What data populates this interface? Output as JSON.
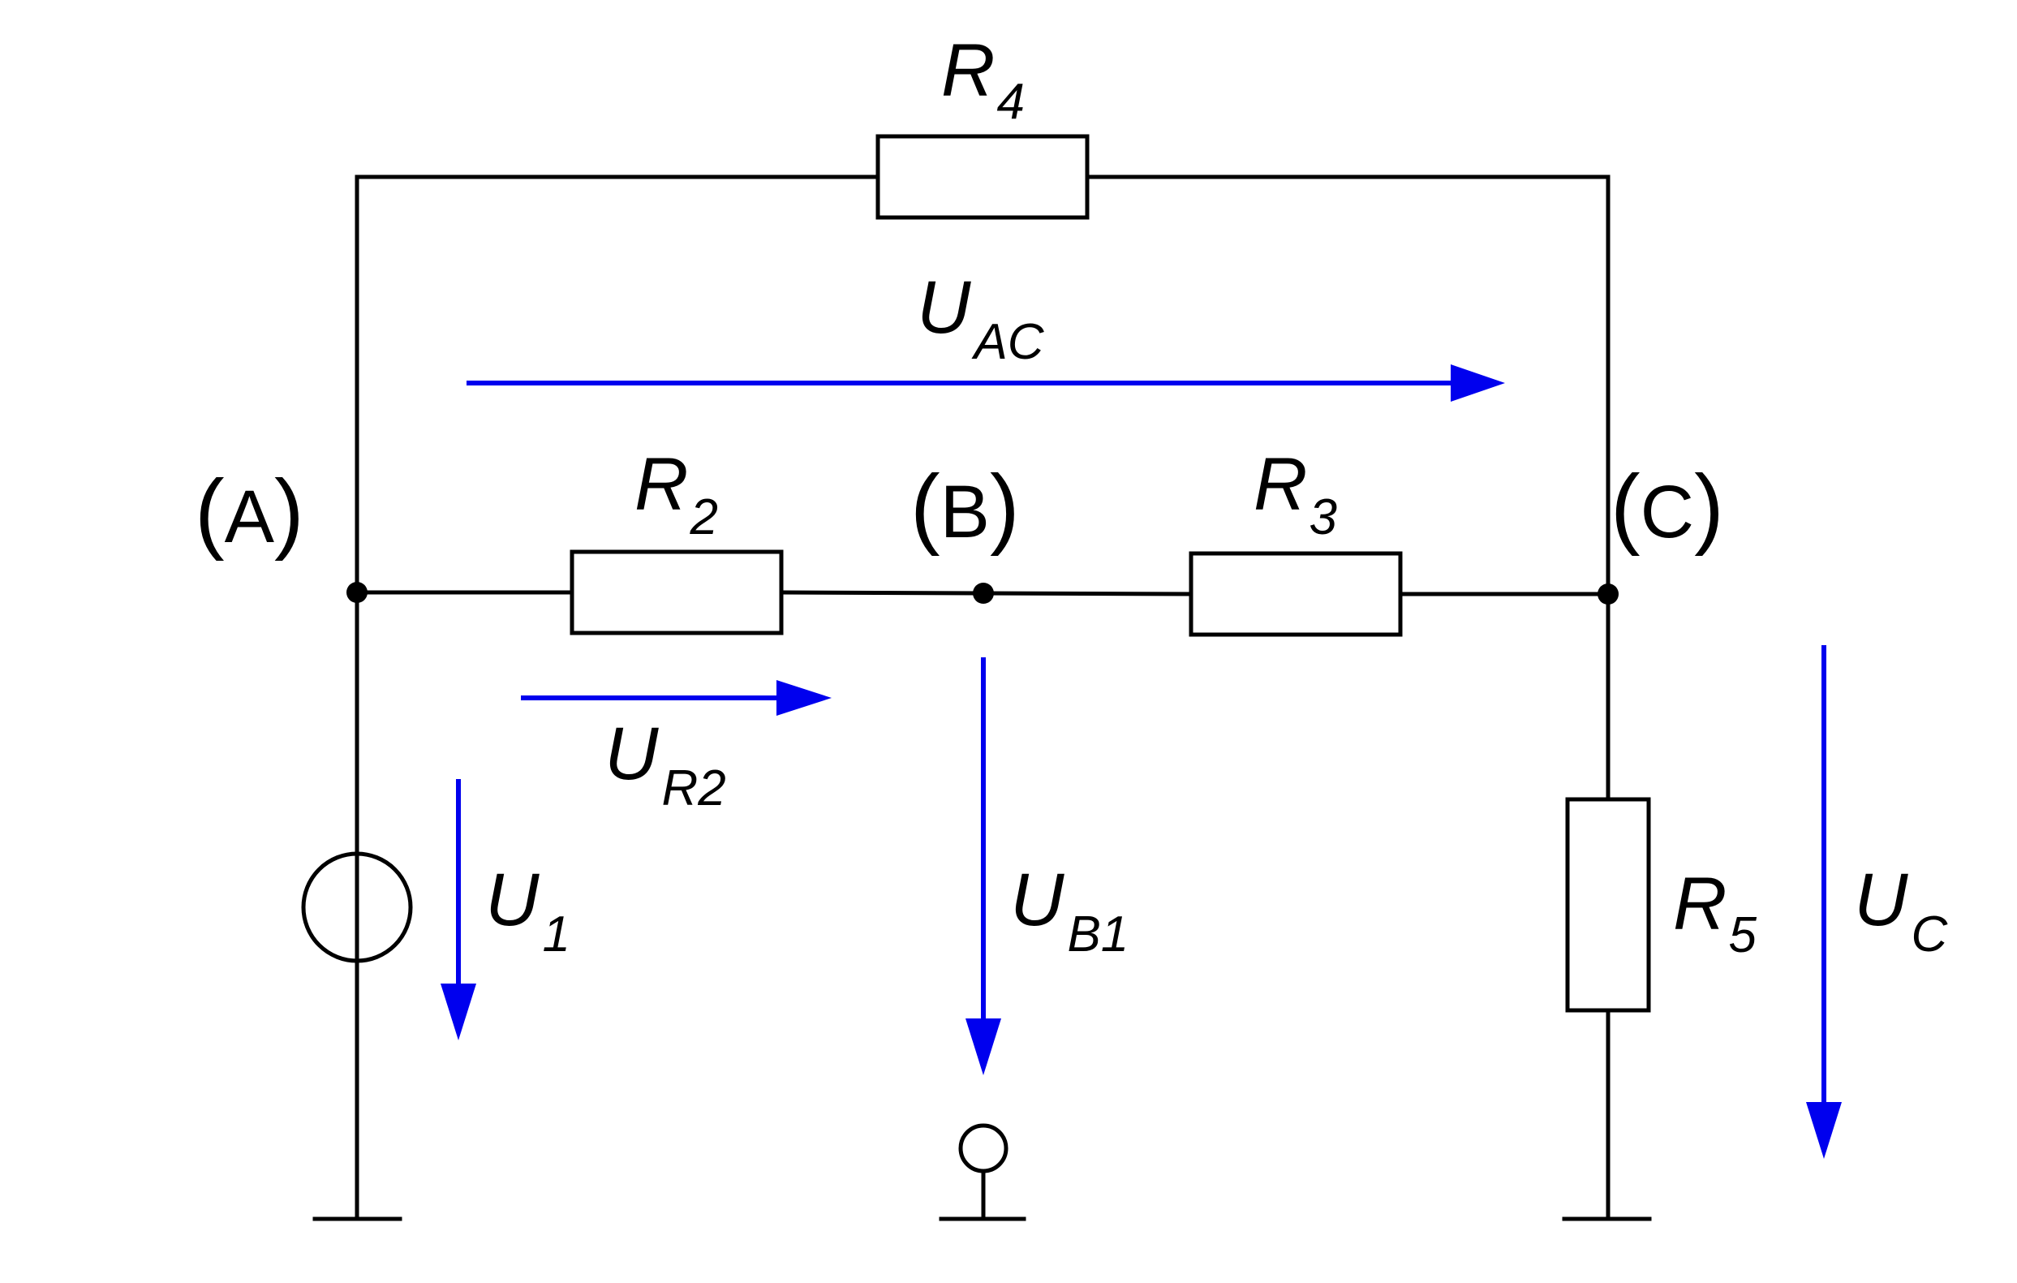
{
  "colors": {
    "wire": "#000000",
    "arrow": "#0000ee"
  },
  "components": {
    "r4": {
      "main": "R",
      "sub": "4"
    },
    "r2": {
      "main": "R",
      "sub": "2"
    },
    "r3": {
      "main": "R",
      "sub": "3"
    },
    "r5": {
      "main": "R",
      "sub": "5"
    }
  },
  "nodes": {
    "a": {
      "label": "A"
    },
    "b": {
      "label": "B"
    },
    "c": {
      "label": "C"
    }
  },
  "voltages": {
    "u_ac": {
      "main": "U",
      "sub": "AC"
    },
    "u_r2": {
      "main": "U",
      "sub": "R2"
    },
    "u_1": {
      "main": "U",
      "sub": "1"
    },
    "u_b1": {
      "main": "U",
      "sub": "B1"
    },
    "u_c": {
      "main": "U",
      "sub": "C"
    }
  }
}
